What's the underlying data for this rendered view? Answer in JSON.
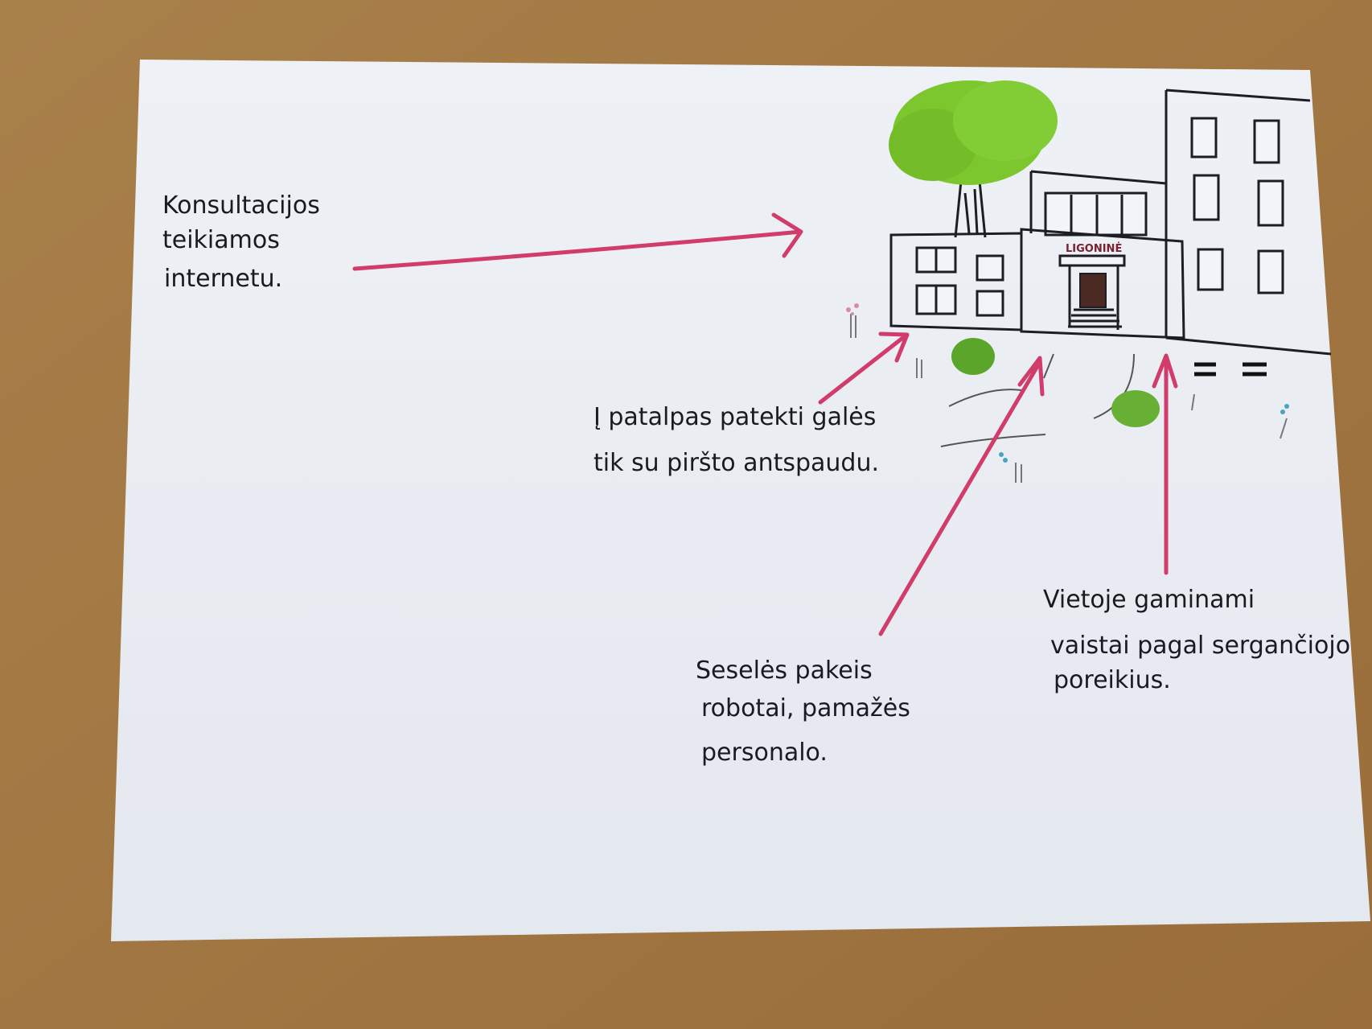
{
  "building_sign": "LIGONINĖ",
  "annotations": {
    "consultations": [
      "Konsultacijos",
      "teikiamos",
      "internetu."
    ],
    "fingerprint": [
      "Į patalpas patekti galės",
      "tik su piršto antspaudu."
    ],
    "robots": [
      "Seselės pakeis",
      "robotai, pamažės",
      "personalo."
    ],
    "medicine": [
      "Vietoje gaminami",
      "vaistai pagal sergančiojo",
      "poreikius."
    ]
  },
  "colors": {
    "table": "#a57a45",
    "paper": "#eef1f5",
    "arrow": "#d13c6b",
    "tree": "#7cc62e",
    "ink": "#1d1d26"
  }
}
